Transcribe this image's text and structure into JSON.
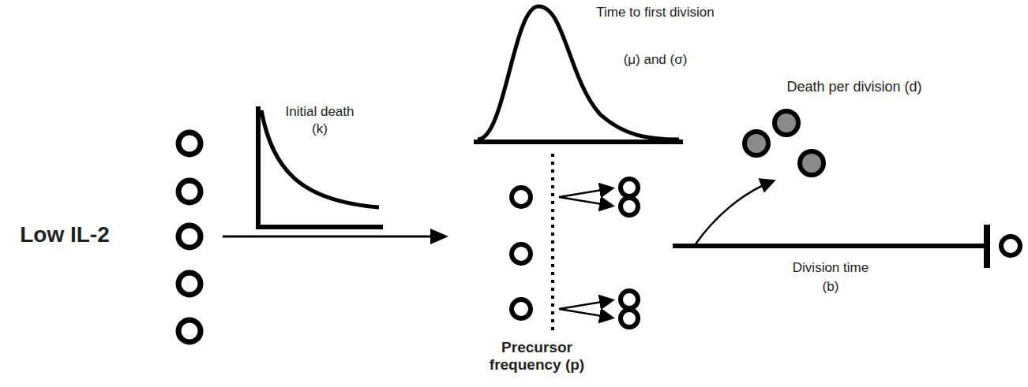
{
  "diagram": {
    "labels": [
      "Low IL-2",
      "Initial death",
      "(k)",
      "Time to first division",
      "(μ) and (σ)",
      "Death per division (d)",
      "Precursor frequency (p)",
      "Division time",
      "(b)"
    ]
  }
}
